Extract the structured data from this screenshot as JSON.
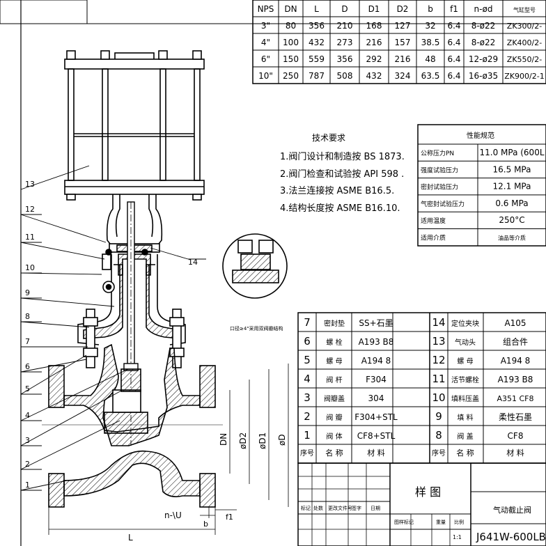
{
  "dimension_table": {
    "headers": [
      "NPS",
      "DN",
      "L",
      "D",
      "D1",
      "D2",
      "b",
      "f1",
      "n-ød",
      "气缸型号"
    ],
    "rows": [
      [
        "3\"",
        "80",
        "356",
        "210",
        "168",
        "127",
        "32",
        "6.4",
        "8-ø22",
        "ZK300/2-"
      ],
      [
        "4\"",
        "100",
        "432",
        "273",
        "216",
        "157",
        "38.5",
        "6.4",
        "8-ø22",
        "ZK400/2-"
      ],
      [
        "6\"",
        "150",
        "559",
        "356",
        "292",
        "216",
        "48",
        "6.4",
        "12-ø29",
        "ZK550/2-"
      ],
      [
        "10\"",
        "250",
        "787",
        "508",
        "432",
        "324",
        "63.5",
        "6.4",
        "16-ø35",
        "ZK900/2-1"
      ]
    ]
  },
  "tech_requirements": {
    "title": "技术要求",
    "items": [
      "1.阀门设计和制造按 BS 1873.",
      "2.阀门检查和试验按 API 598 .",
      "3.法兰连接按 ASME B16.5.",
      "4.结构长度按 ASME B16.10."
    ]
  },
  "performance": {
    "title": "性能规范",
    "rows": [
      [
        "公称压力PN",
        "11.0 MPa (600L"
      ],
      [
        "强度试验压力",
        "16.5 MPa"
      ],
      [
        "密封试验压力",
        "12.1 MPa"
      ],
      [
        "气密封试验压力",
        "0.6 MPa"
      ],
      [
        "适用温度",
        "250°C"
      ],
      [
        "适用介质",
        "油品等介质"
      ]
    ]
  },
  "detail_note": "口径≥4\"采用双阀瓣结构",
  "parts": {
    "left": [
      [
        "7",
        "密封垫",
        "SS+石墨"
      ],
      [
        "6",
        "螺 栓",
        "A193 B8"
      ],
      [
        "5",
        "螺 母",
        "A194 8"
      ],
      [
        "4",
        "阀 杆",
        "F304"
      ],
      [
        "3",
        "阀瓣盖",
        "304"
      ],
      [
        "2",
        "阀 瓣",
        "F304+STL"
      ],
      [
        "1",
        "阀 体",
        "CF8+STL"
      ]
    ],
    "right": [
      [
        "14",
        "定位夹块",
        "A105"
      ],
      [
        "13",
        "气动头",
        "组合件"
      ],
      [
        "12",
        "螺 母",
        "A194 8"
      ],
      [
        "11",
        "活节螺栓",
        "A193 B8"
      ],
      [
        "10",
        "填料压盖",
        "A351 CF8"
      ],
      [
        "9",
        "填 料",
        "柔性石墨"
      ],
      [
        "8",
        "阀 盖",
        "CF8"
      ]
    ],
    "header": [
      "序号",
      "名 称",
      "材 料"
    ]
  },
  "title_block": {
    "sample": "样 图",
    "name": "气动截止阀",
    "model": "J641W-600LB",
    "labels": [
      "标记",
      "处数",
      "更改文件号",
      "签字",
      "日期"
    ],
    "labels2": [
      "图样标记",
      "重量",
      "比例"
    ],
    "scale": "1:1"
  },
  "callouts": [
    "13",
    "12",
    "11",
    "10",
    "9",
    "8",
    "7",
    "6",
    "5",
    "4",
    "3",
    "2",
    "1",
    "14"
  ],
  "dims": {
    "DN": "DN",
    "D2": "øD2",
    "D1": "øD1",
    "D": "øD",
    "L": "L",
    "b": "b",
    "f1": "f1",
    "nd": "n-\\U"
  }
}
